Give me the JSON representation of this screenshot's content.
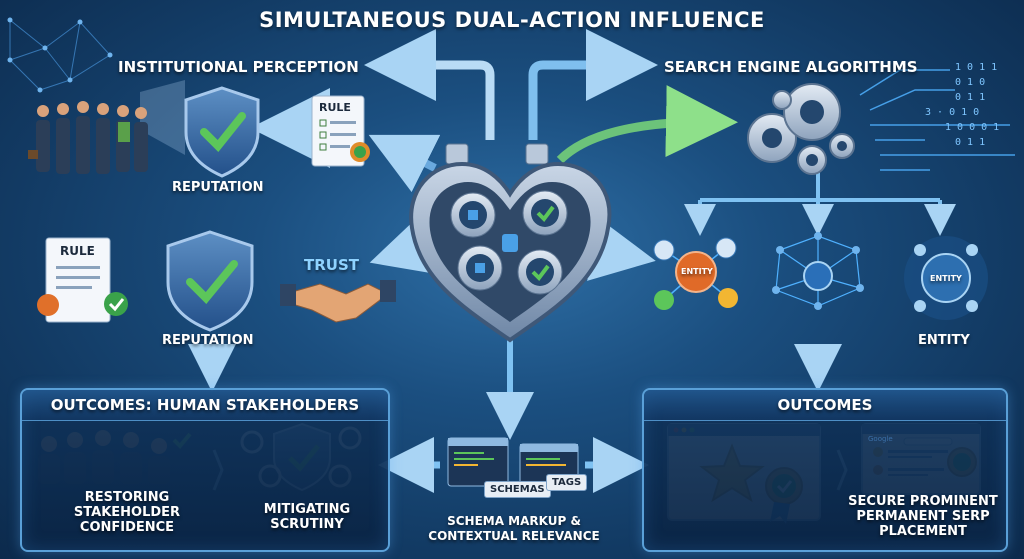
{
  "title": "SIMULTANEOUS DUAL-ACTION INFLUENCE",
  "left_heading": "INSTITUTIONAL PERCEPTION",
  "right_heading": "SEARCH ENGINE ALGORITHMS",
  "reputation_top": "REPUTATION",
  "reputation_mid": "REPUTATION",
  "rule_doc_top": "RULE",
  "rule_doc_mid": "RULE",
  "trust": "TRUST",
  "entity_node": "ENTITY",
  "entity_node_right": "ENTITY",
  "entity_label": "ENTITY",
  "binary_lines": [
    "1 0 1 1",
    "0 1 0",
    "0 1 1",
    "3 · 0 1 0",
    "1 0 0 0 1",
    "0 1 1"
  ],
  "outcomes_left": {
    "heading": "OUTCOMES: HUMAN STAKEHOLDERS",
    "item1": "RESTORING STAKEHOLDER CONFIDENCE",
    "item2": "MITIGATING SCRUTINY"
  },
  "outcomes_right": {
    "heading": "OUTCOMES",
    "item1": "SECURE PROMINENT PERMANENT SERP PLACEMENT",
    "google_label": "Google"
  },
  "center_bottom": {
    "tag_schemas": "SCHEMAS",
    "tag_tags": "TAGS",
    "caption": "SCHEMA MARKUP & CONTEXTUAL RELEVANCE"
  },
  "colors": {
    "accent_blue": "#5aa0d8",
    "check_green": "#5cc65a",
    "arrow_light": "#9fcdf0",
    "star_gold": "#f2b632"
  }
}
